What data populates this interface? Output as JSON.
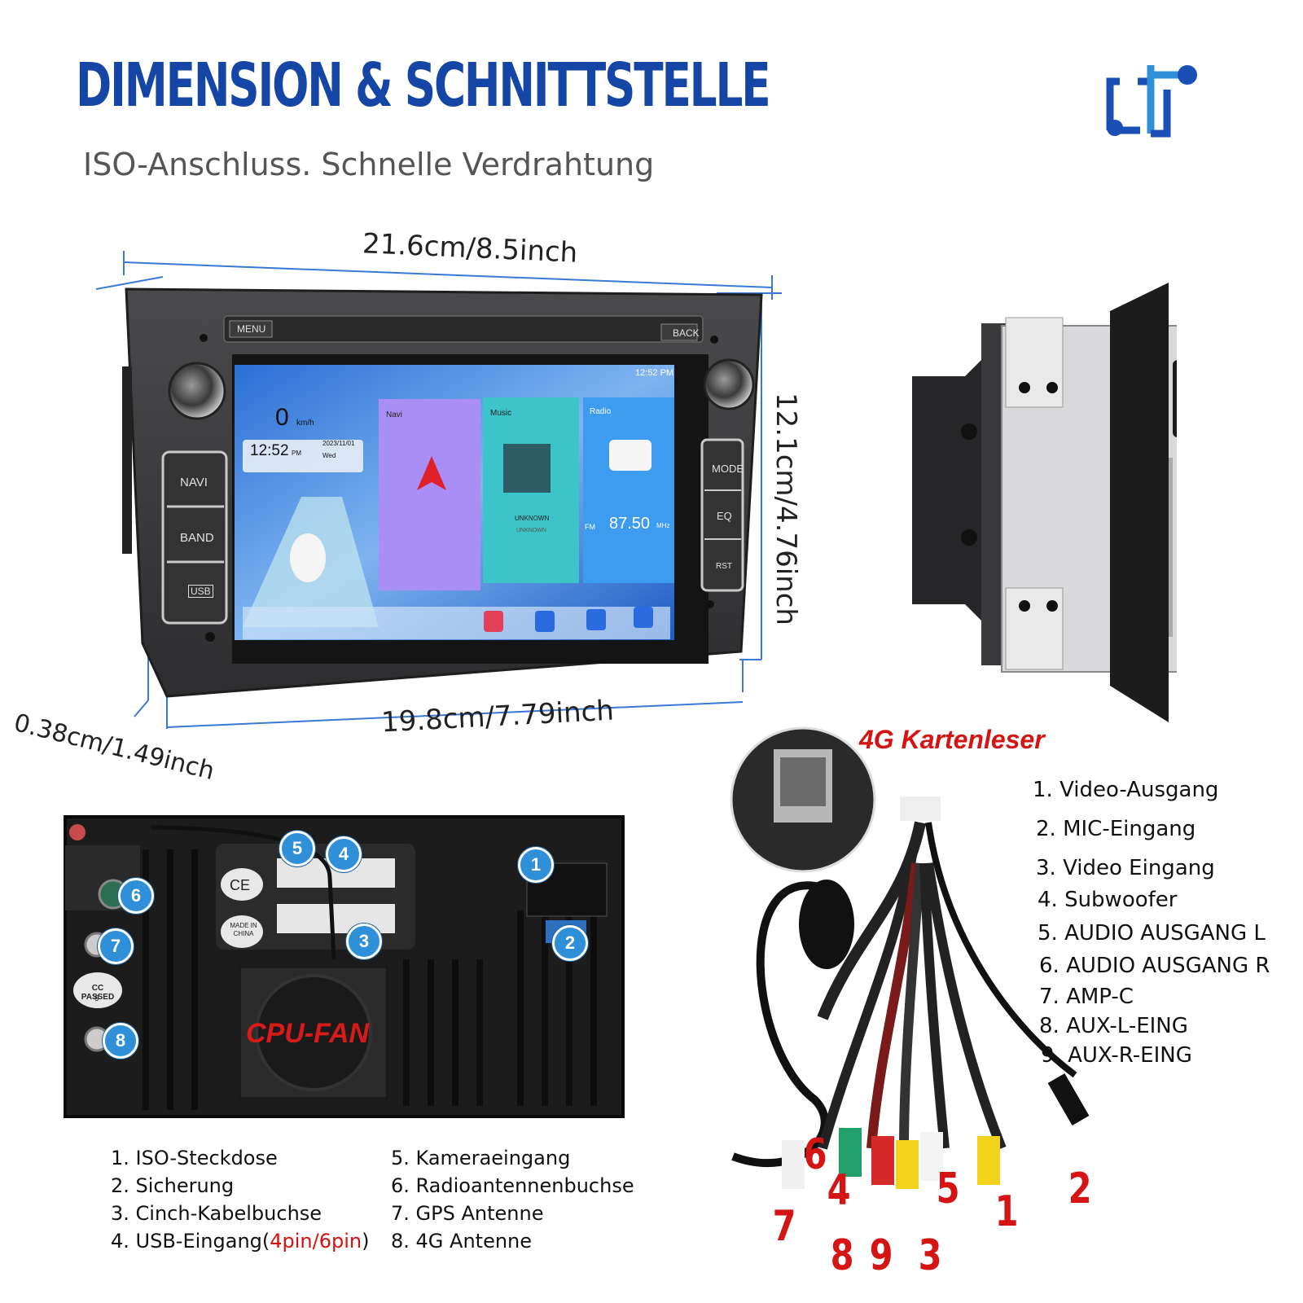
{
  "title": "DIMENSION & SCHNITTSTELLE",
  "subtitle": "ISO-Anschluss. Schnelle Verdrahtung",
  "dimensions": {
    "top": "21.6cm/8.5inch",
    "right": "12.1cm/4.76inch",
    "bottom": "19.8cm/7.79inch",
    "depth": "0.38cm/1.49inch"
  },
  "unit": {
    "menu_label": "MENU",
    "back_label": "BACK",
    "left_buttons": [
      "NAVI",
      "BAND",
      "USB"
    ],
    "right_buttons": [
      "MODE",
      "EQ",
      "RST"
    ],
    "screen": {
      "status_time": "12:52 PM",
      "speed": "0",
      "speed_unit": "km/h",
      "clock": "12:52",
      "clock_ampm": "PM",
      "date": "2023/11/01",
      "weekday": "Wed",
      "cards": {
        "navi": "Navi",
        "music": "Music",
        "music_track": "UNKNOWN",
        "music_artist": "UNKNOWN",
        "radio": "Radio",
        "radio_band": "FM",
        "radio_freq": "87.50",
        "radio_unit": "MHz"
      }
    }
  },
  "back_panel": {
    "ce_label": "CE",
    "made_in": "MADE IN CHINA",
    "cc_label": "CC PASSED",
    "cc_num": "9",
    "cpu_fan": "CPU-FAN",
    "ports": [
      "1",
      "2",
      "3",
      "4",
      "5",
      "6",
      "7",
      "8"
    ]
  },
  "back_legend_left": [
    "1. ISO-Steckdose",
    "2. Sicherung",
    "3. Cinch-Kabelbuchse"
  ],
  "back_legend_usb_prefix": "4. USB-Eingang(",
  "back_legend_usb_red": "4pin/6pin",
  "back_legend_usb_suffix": ")",
  "back_legend_right": [
    "5. Kameraeingang",
    "6. Radioantennenbuchse",
    "7. GPS Antenne",
    "8. 4G Antenne"
  ],
  "card_reader_label": "4G Kartenleser",
  "cable_legend": [
    "1. Video-Ausgang",
    "2. MIC-Eingang",
    "3. Video Eingang",
    "4. Subwoofer",
    "5. AUDIO AUSGANG L",
    "6. AUDIO AUSGANG R",
    "7. AMP-C",
    "8. AUX-L-EING",
    "9. AUX-R-EING"
  ],
  "cable_numbers": [
    "6",
    "4",
    "5",
    "1",
    "2",
    "7",
    "8",
    "9",
    "3"
  ],
  "colors": {
    "title_blue": "#1546a6",
    "accent_red": "#d51414",
    "dimension_line": "#3a78d8",
    "port_badge": "#2f8fd8"
  }
}
